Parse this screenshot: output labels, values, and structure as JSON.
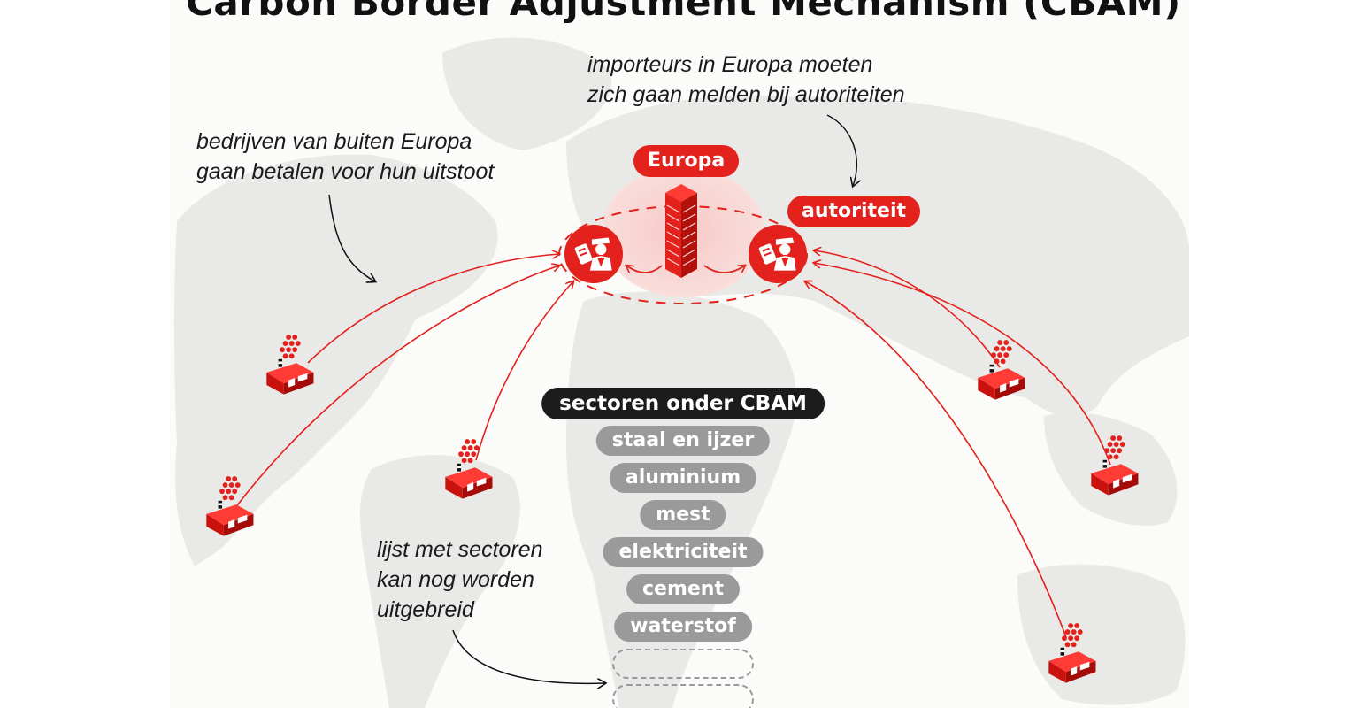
{
  "title": "Carbon Border Adjustment Mechanism (CBAM)",
  "notes": {
    "importers": "importeurs in Europa moeten\nzich gaan melden bij autoriteiten",
    "companies": "bedrijven van buiten Europa\ngaan betalen voor hun uitstoot",
    "sector_list": "lijst met sectoren\nkan nog worden\nuitgebreid"
  },
  "labels": {
    "europe": "Europa",
    "authority": "autoriteit"
  },
  "sectors": {
    "header": "sectoren onder CBAM",
    "items": [
      "staal en ijzer",
      "aluminium",
      "mest",
      "elektriciteit",
      "cement",
      "waterstof"
    ],
    "empty_slots": 2
  },
  "colors": {
    "accent": "#e3211d",
    "pill_gray": "#9a9a9a",
    "pill_dark": "#1c1c1c",
    "land": "#e9e9e7"
  },
  "icons": [
    "factory-icon",
    "customs-officer-icon",
    "building-icon"
  ]
}
